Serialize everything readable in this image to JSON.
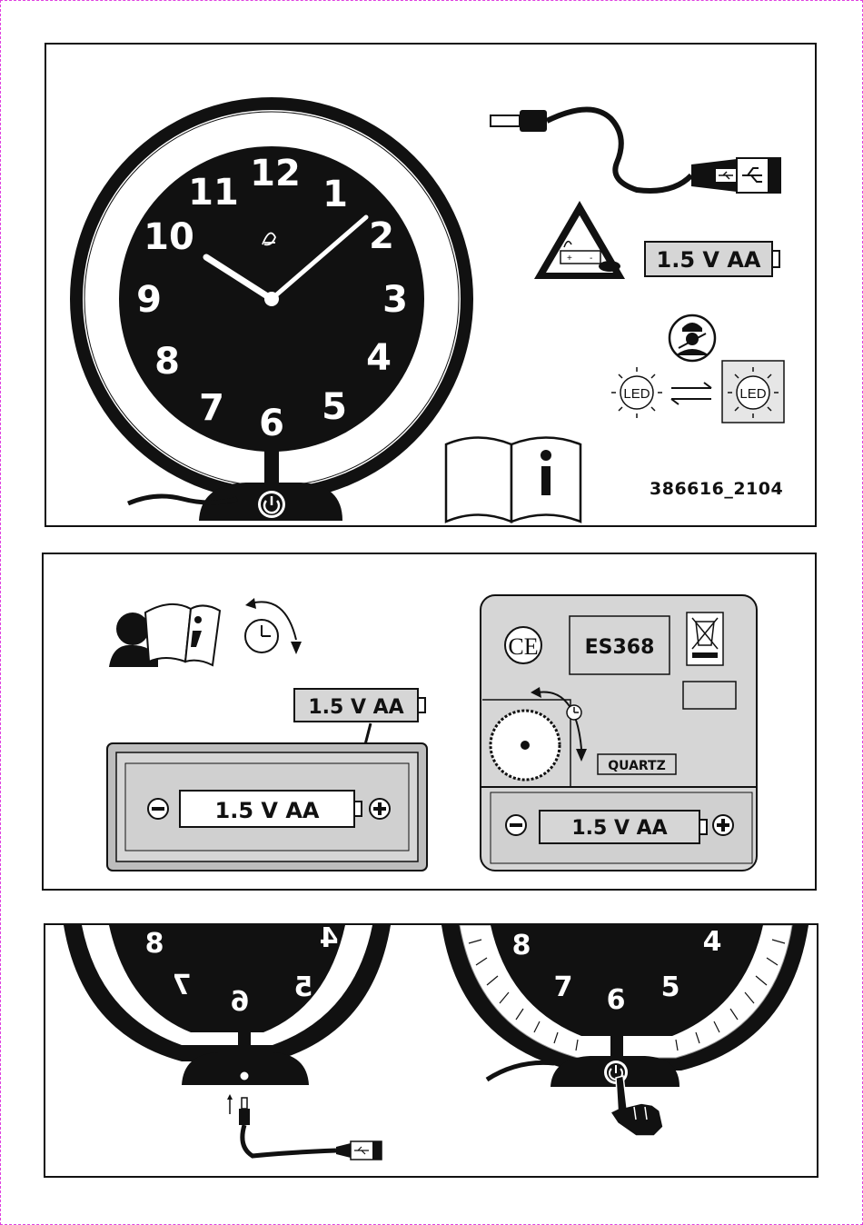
{
  "panel1": {
    "clock_numerals": [
      "12",
      "1",
      "2",
      "3",
      "4",
      "5",
      "6",
      "7",
      "8",
      "9",
      "10",
      "11"
    ],
    "battery_label": "1.5 V AA",
    "led_left": "LED",
    "led_right": "LED",
    "product_code": "386616_2104",
    "icons": [
      "clock-icon",
      "usb-cable-icon",
      "battery-leak-warning-icon",
      "battery-icon",
      "service-technician-icon",
      "led-icon",
      "swap-arrows-icon",
      "manual-info-icon",
      "power-button-icon"
    ]
  },
  "panel2": {
    "battery_label_top": "1.5 V AA",
    "battery_compartment_label": "1.5 V AA",
    "back_battery_label": "1.5 V AA",
    "ce_mark": "CE",
    "model": "ES368",
    "quartz": "QUARTZ",
    "minus": "−",
    "plus": "+",
    "icons": [
      "read-manual-person-icon",
      "rotate-clock-icon",
      "weee-bin-icon",
      "time-set-wheel-icon"
    ]
  },
  "panel3": {
    "left_numerals": [
      "4",
      "5",
      "6",
      "7",
      "8"
    ],
    "right_numerals": [
      "8",
      "7",
      "6",
      "5",
      "4"
    ],
    "icons": [
      "dc-jack-icon",
      "usb-plug-icon",
      "pressing-hand-icon",
      "power-button-icon"
    ]
  }
}
